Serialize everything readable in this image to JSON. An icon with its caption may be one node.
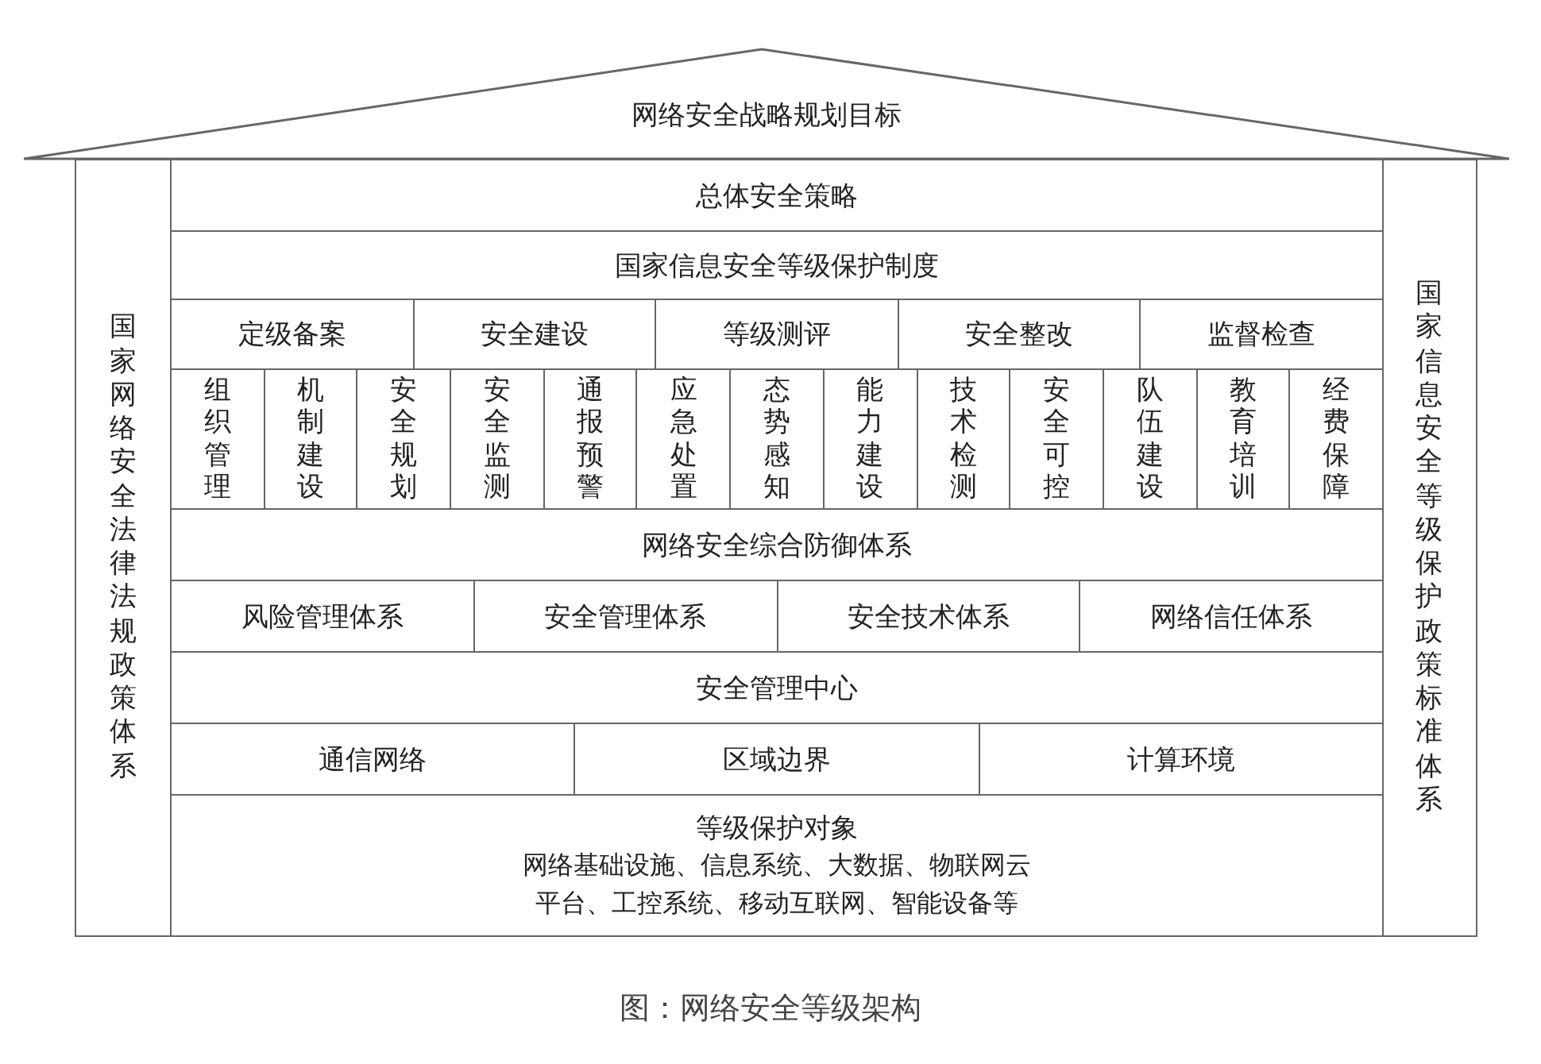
{
  "diagram": {
    "caption": "图：网络安全等级架构",
    "nodes": [
      {
        "text": [
          "网络安全战略规划目标"
        ]
      },
      {
        "text": [
          "国家网络安全法律法规政策体系"
        ]
      },
      {
        "text": [
          "国家信息安全等级保护政策标准体系"
        ]
      },
      {
        "text": [
          "总体安全策略"
        ]
      },
      {
        "text": [
          "国家信息安全等级保护制度"
        ]
      },
      {
        "text": [
          "定级备案"
        ]
      },
      {
        "text": [
          "安全建设"
        ]
      },
      {
        "text": [
          "等级测评"
        ]
      },
      {
        "text": [
          "安全整改"
        ]
      },
      {
        "text": [
          "监督检查"
        ]
      },
      {
        "text": [
          "组织管理"
        ]
      },
      {
        "text": [
          "机制建设"
        ]
      },
      {
        "text": [
          "安全规划"
        ]
      },
      {
        "text": [
          "安全监测"
        ]
      },
      {
        "text": [
          "通报预警"
        ]
      },
      {
        "text": [
          "应急处置"
        ]
      },
      {
        "text": [
          "态势感知"
        ]
      },
      {
        "text": [
          "能力建设"
        ]
      },
      {
        "text": [
          "技术检测"
        ]
      },
      {
        "text": [
          "安全可控"
        ]
      },
      {
        "text": [
          "队伍建设"
        ]
      },
      {
        "text": [
          "教育培训"
        ]
      },
      {
        "text": [
          "经费保障"
        ]
      },
      {
        "text": [
          "网络安全综合防御体系"
        ]
      },
      {
        "text": [
          "风险管理体系"
        ]
      },
      {
        "text": [
          "安全管理体系"
        ]
      },
      {
        "text": [
          "安全技术体系"
        ]
      },
      {
        "text": [
          "网络信任体系"
        ]
      },
      {
        "text": [
          "安全管理中心"
        ]
      },
      {
        "text": [
          "通信网络"
        ]
      },
      {
        "text": [
          "区域边界"
        ]
      },
      {
        "text": [
          "计算环境"
        ]
      },
      {
        "text": [
          "等级保护对象",
          "网络基础设施、信息系统、大数据、物联网云平台、工控系统、移动互联网、智能设备等"
        ]
      }
    ],
    "edges": []
  }
}
